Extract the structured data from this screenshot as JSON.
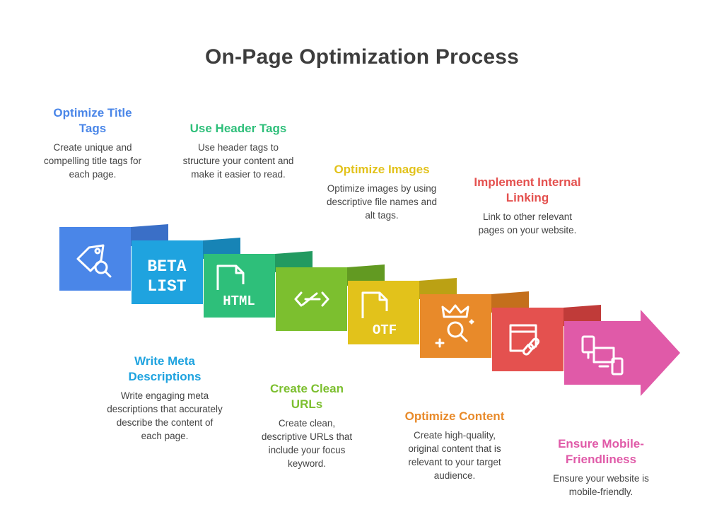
{
  "title": "On-Page Optimization Process",
  "steps": [
    {
      "title": "Optimize Title Tags",
      "desc": "Create unique and compelling title tags for each page.",
      "color": "#4a86e8",
      "flap": "#3a6fc7",
      "icon": "tag-search-icon",
      "badge": ""
    },
    {
      "title": "Write Meta Descriptions",
      "desc": "Write engaging meta descriptions that accurately describe the content of each page.",
      "color": "#1fa3df",
      "flap": "#1784b6",
      "icon": "beta-list-icon",
      "badge": "BETA LIST"
    },
    {
      "title": "Use Header Tags",
      "desc": "Use header tags to structure your content and make it easier to read.",
      "color": "#2ebf7a",
      "flap": "#229a60",
      "icon": "html-file-icon",
      "badge": "HTML"
    },
    {
      "title": "Create Clean URLs",
      "desc": "Create clean, descriptive URLs that include your focus keyword.",
      "color": "#7cbf2f",
      "flap": "#629a22",
      "icon": "code-arrows-icon",
      "badge": ""
    },
    {
      "title": "Optimize Images",
      "desc": "Optimize images by using descriptive file names and alt tags.",
      "color": "#e2c21b",
      "flap": "#bba114",
      "icon": "otf-file-icon",
      "badge": "OTF"
    },
    {
      "title": "Optimize Content",
      "desc": "Create high-quality, original content that is relevant to your target audience.",
      "color": "#e88a2a",
      "flap": "#c46f1c",
      "icon": "crown-search-icon",
      "badge": ""
    },
    {
      "title": "Implement Internal Linking",
      "desc": "Link to other relevant pages on your website.",
      "color": "#e4514f",
      "flap": "#c03b39",
      "icon": "browser-link-icon",
      "badge": ""
    },
    {
      "title": "Ensure Mobile-Friendliness",
      "desc": "Ensure your website is mobile-friendly.",
      "color": "#e05aa8",
      "flap": "#bb4389",
      "icon": "devices-icon",
      "badge": ""
    }
  ]
}
